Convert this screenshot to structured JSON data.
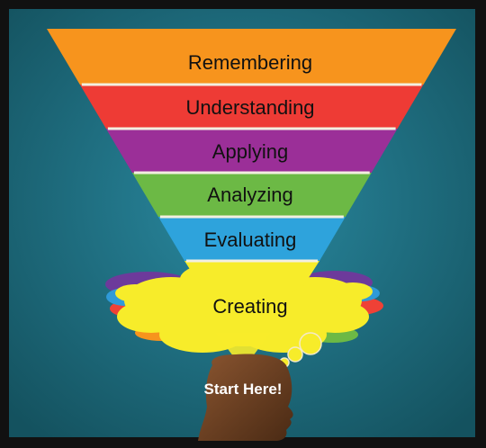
{
  "levels": [
    {
      "label": "Remembering",
      "color": "#f7941d"
    },
    {
      "label": "Understanding",
      "color": "#ee3b35"
    },
    {
      "label": "Applying",
      "color": "#9b2f98"
    },
    {
      "label": "Analyzing",
      "color": "#6cb945"
    },
    {
      "label": "Evaluating",
      "color": "#2ea3dc"
    },
    {
      "label": "Creating",
      "color": "#f7ec2a"
    }
  ],
  "start_label": "Start Here!",
  "colors": {
    "background": "#1f6e84",
    "frame": "#111111",
    "divider": "#f3efe0",
    "head": "#6a3f22"
  }
}
